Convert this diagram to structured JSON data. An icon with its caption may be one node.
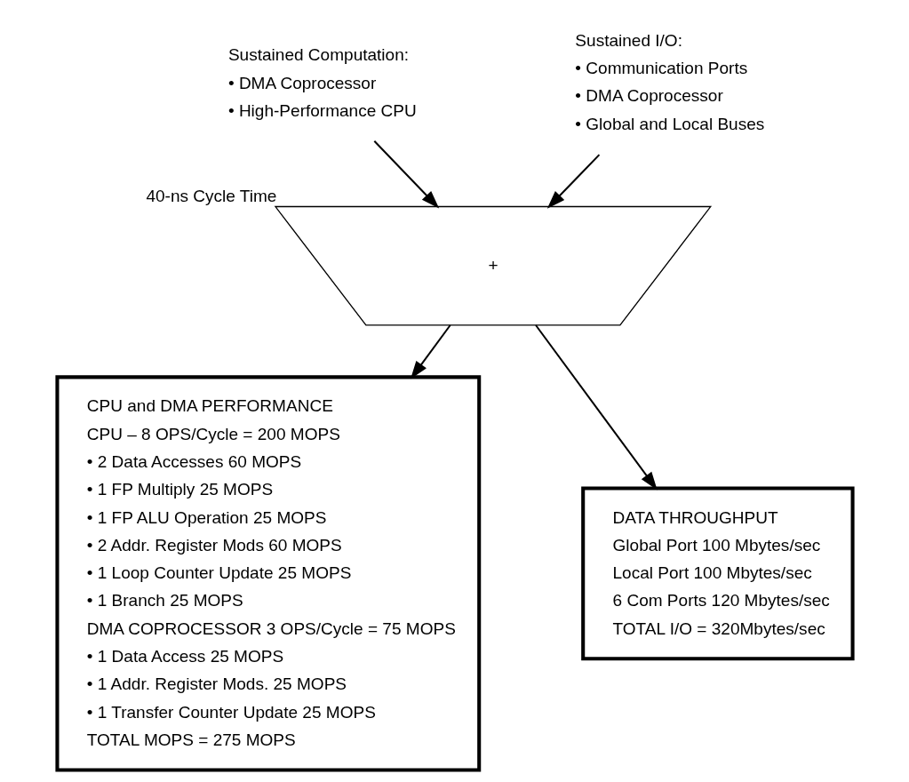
{
  "diagram": {
    "nodes": [
      {
        "text": [
          "Sustained Computation:",
          "• DMA Coprocessor",
          "• High-Performance CPU"
        ]
      },
      {
        "text": [
          "Sustained I/O:",
          "• Communication Ports",
          "• DMA Coprocessor",
          "• Global and Local Buses"
        ]
      },
      {
        "text": [
          "+"
        ],
        "beside": [
          "40-ns Cycle Time"
        ]
      },
      {
        "text": [
          "CPU and DMA PERFORMANCE",
          "CPU – 8 OPS/Cycle = 200 MOPS",
          "• 2 Data Accesses 60 MOPS",
          "• 1 FP Multiply 25 MOPS",
          "• 1 FP ALU Operation 25 MOPS",
          "• 2 Addr. Register Mods 60 MOPS",
          "• 1 Loop Counter Update 25 MOPS",
          "• 1 Branch 25 MOPS",
          "DMA COPROCESSOR 3 OPS/Cycle = 75 MOPS",
          "• 1 Data Access 25 MOPS",
          "• 1 Addr. Register Mods. 25 MOPS",
          "• 1 Transfer Counter Update 25 MOPS",
          "TOTAL MOPS = 275 MOPS"
        ]
      },
      {
        "text": [
          "DATA THROUGHPUT",
          "Global Port 100 Mbytes/sec",
          "Local Port 100 Mbytes/sec",
          "6 Com Ports 120 Mbytes/sec",
          "TOTAL I/O = 320Mbytes/sec"
        ]
      }
    ],
    "edges": [
      {
        "from": 0,
        "to": 2,
        "arrow": "to"
      },
      {
        "from": 1,
        "to": 2,
        "arrow": "to"
      },
      {
        "from": 2,
        "to": 3,
        "arrow": "to"
      },
      {
        "from": 2,
        "to": 4,
        "arrow": "to"
      }
    ]
  }
}
